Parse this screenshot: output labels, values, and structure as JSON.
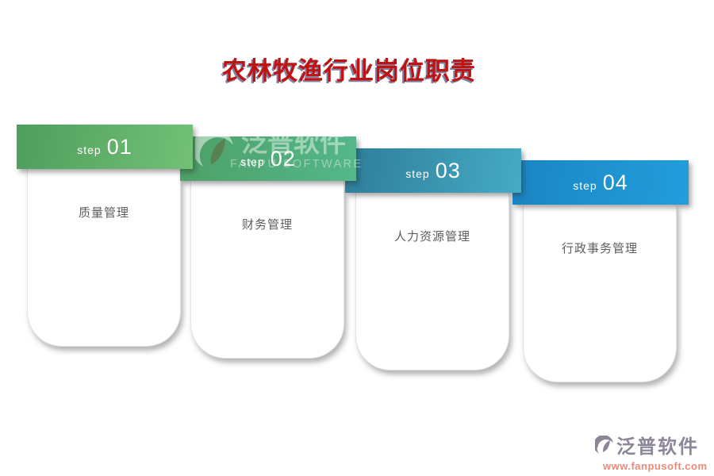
{
  "title": "农林牧渔行业岗位职责",
  "steps": [
    {
      "step_label": "step",
      "number": "01",
      "title": "质量管理",
      "gradient_start": "#4e9e5c",
      "gradient_end": "#73c077"
    },
    {
      "step_label": "step",
      "number": "02",
      "title": "财务管理",
      "gradient_start": "#4da066",
      "gradient_end": "#54b78b"
    },
    {
      "step_label": "step",
      "number": "03",
      "title": "人力资源管理",
      "gradient_start": "#2e7d99",
      "gradient_end": "#45abc4"
    },
    {
      "step_label": "step",
      "number": "04",
      "title": "行政事务管理",
      "gradient_start": "#1a85c3",
      "gradient_end": "#239edb"
    }
  ],
  "watermark": {
    "brand": "泛普软件",
    "brand_en": "FANPU SOFTWARE"
  },
  "footer": {
    "brand": "泛普软件",
    "url": "www.fanpusoft.com"
  },
  "colors": {
    "title_red": "#c01311",
    "body_text": "#5c5c5c",
    "footer_brand": "#8d8698",
    "footer_url": "#ea8a7b",
    "watermark_leaf": "#5c7a4e"
  }
}
